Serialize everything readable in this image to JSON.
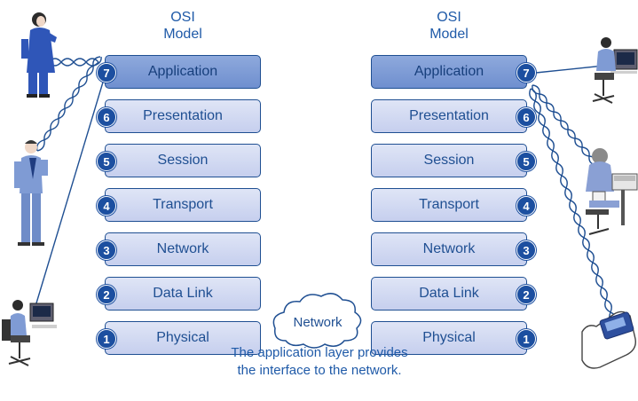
{
  "left_stack": {
    "title_line1": "OSI",
    "title_line2": "Model",
    "layers": [
      {
        "number": "7",
        "name": "Application"
      },
      {
        "number": "6",
        "name": "Presentation"
      },
      {
        "number": "5",
        "name": "Session"
      },
      {
        "number": "4",
        "name": "Transport"
      },
      {
        "number": "3",
        "name": "Network"
      },
      {
        "number": "2",
        "name": "Data Link"
      },
      {
        "number": "1",
        "name": "Physical"
      }
    ]
  },
  "right_stack": {
    "title_line1": "OSI",
    "title_line2": "Model",
    "layers": [
      {
        "number": "7",
        "name": "Application"
      },
      {
        "number": "6",
        "name": "Presentation"
      },
      {
        "number": "5",
        "name": "Session"
      },
      {
        "number": "4",
        "name": "Transport"
      },
      {
        "number": "3",
        "name": "Network"
      },
      {
        "number": "2",
        "name": "Data Link"
      },
      {
        "number": "1",
        "name": "Physical"
      }
    ]
  },
  "network_cloud": {
    "label": "Network"
  },
  "caption": {
    "line1": "The application layer provides",
    "line2": "the interface to the network."
  },
  "colors": {
    "accent_blue": "#1f5aa8",
    "badge_blue": "#1c4fa0",
    "layer_fill": "#c6cfee",
    "application_fill": "#6f8fcf"
  },
  "icons": [
    "businesswoman-phone-icon",
    "businessman-phone-icon",
    "desktop-user-icon",
    "workstation-user-icon",
    "printer-user-icon",
    "handheld-device-icon"
  ]
}
